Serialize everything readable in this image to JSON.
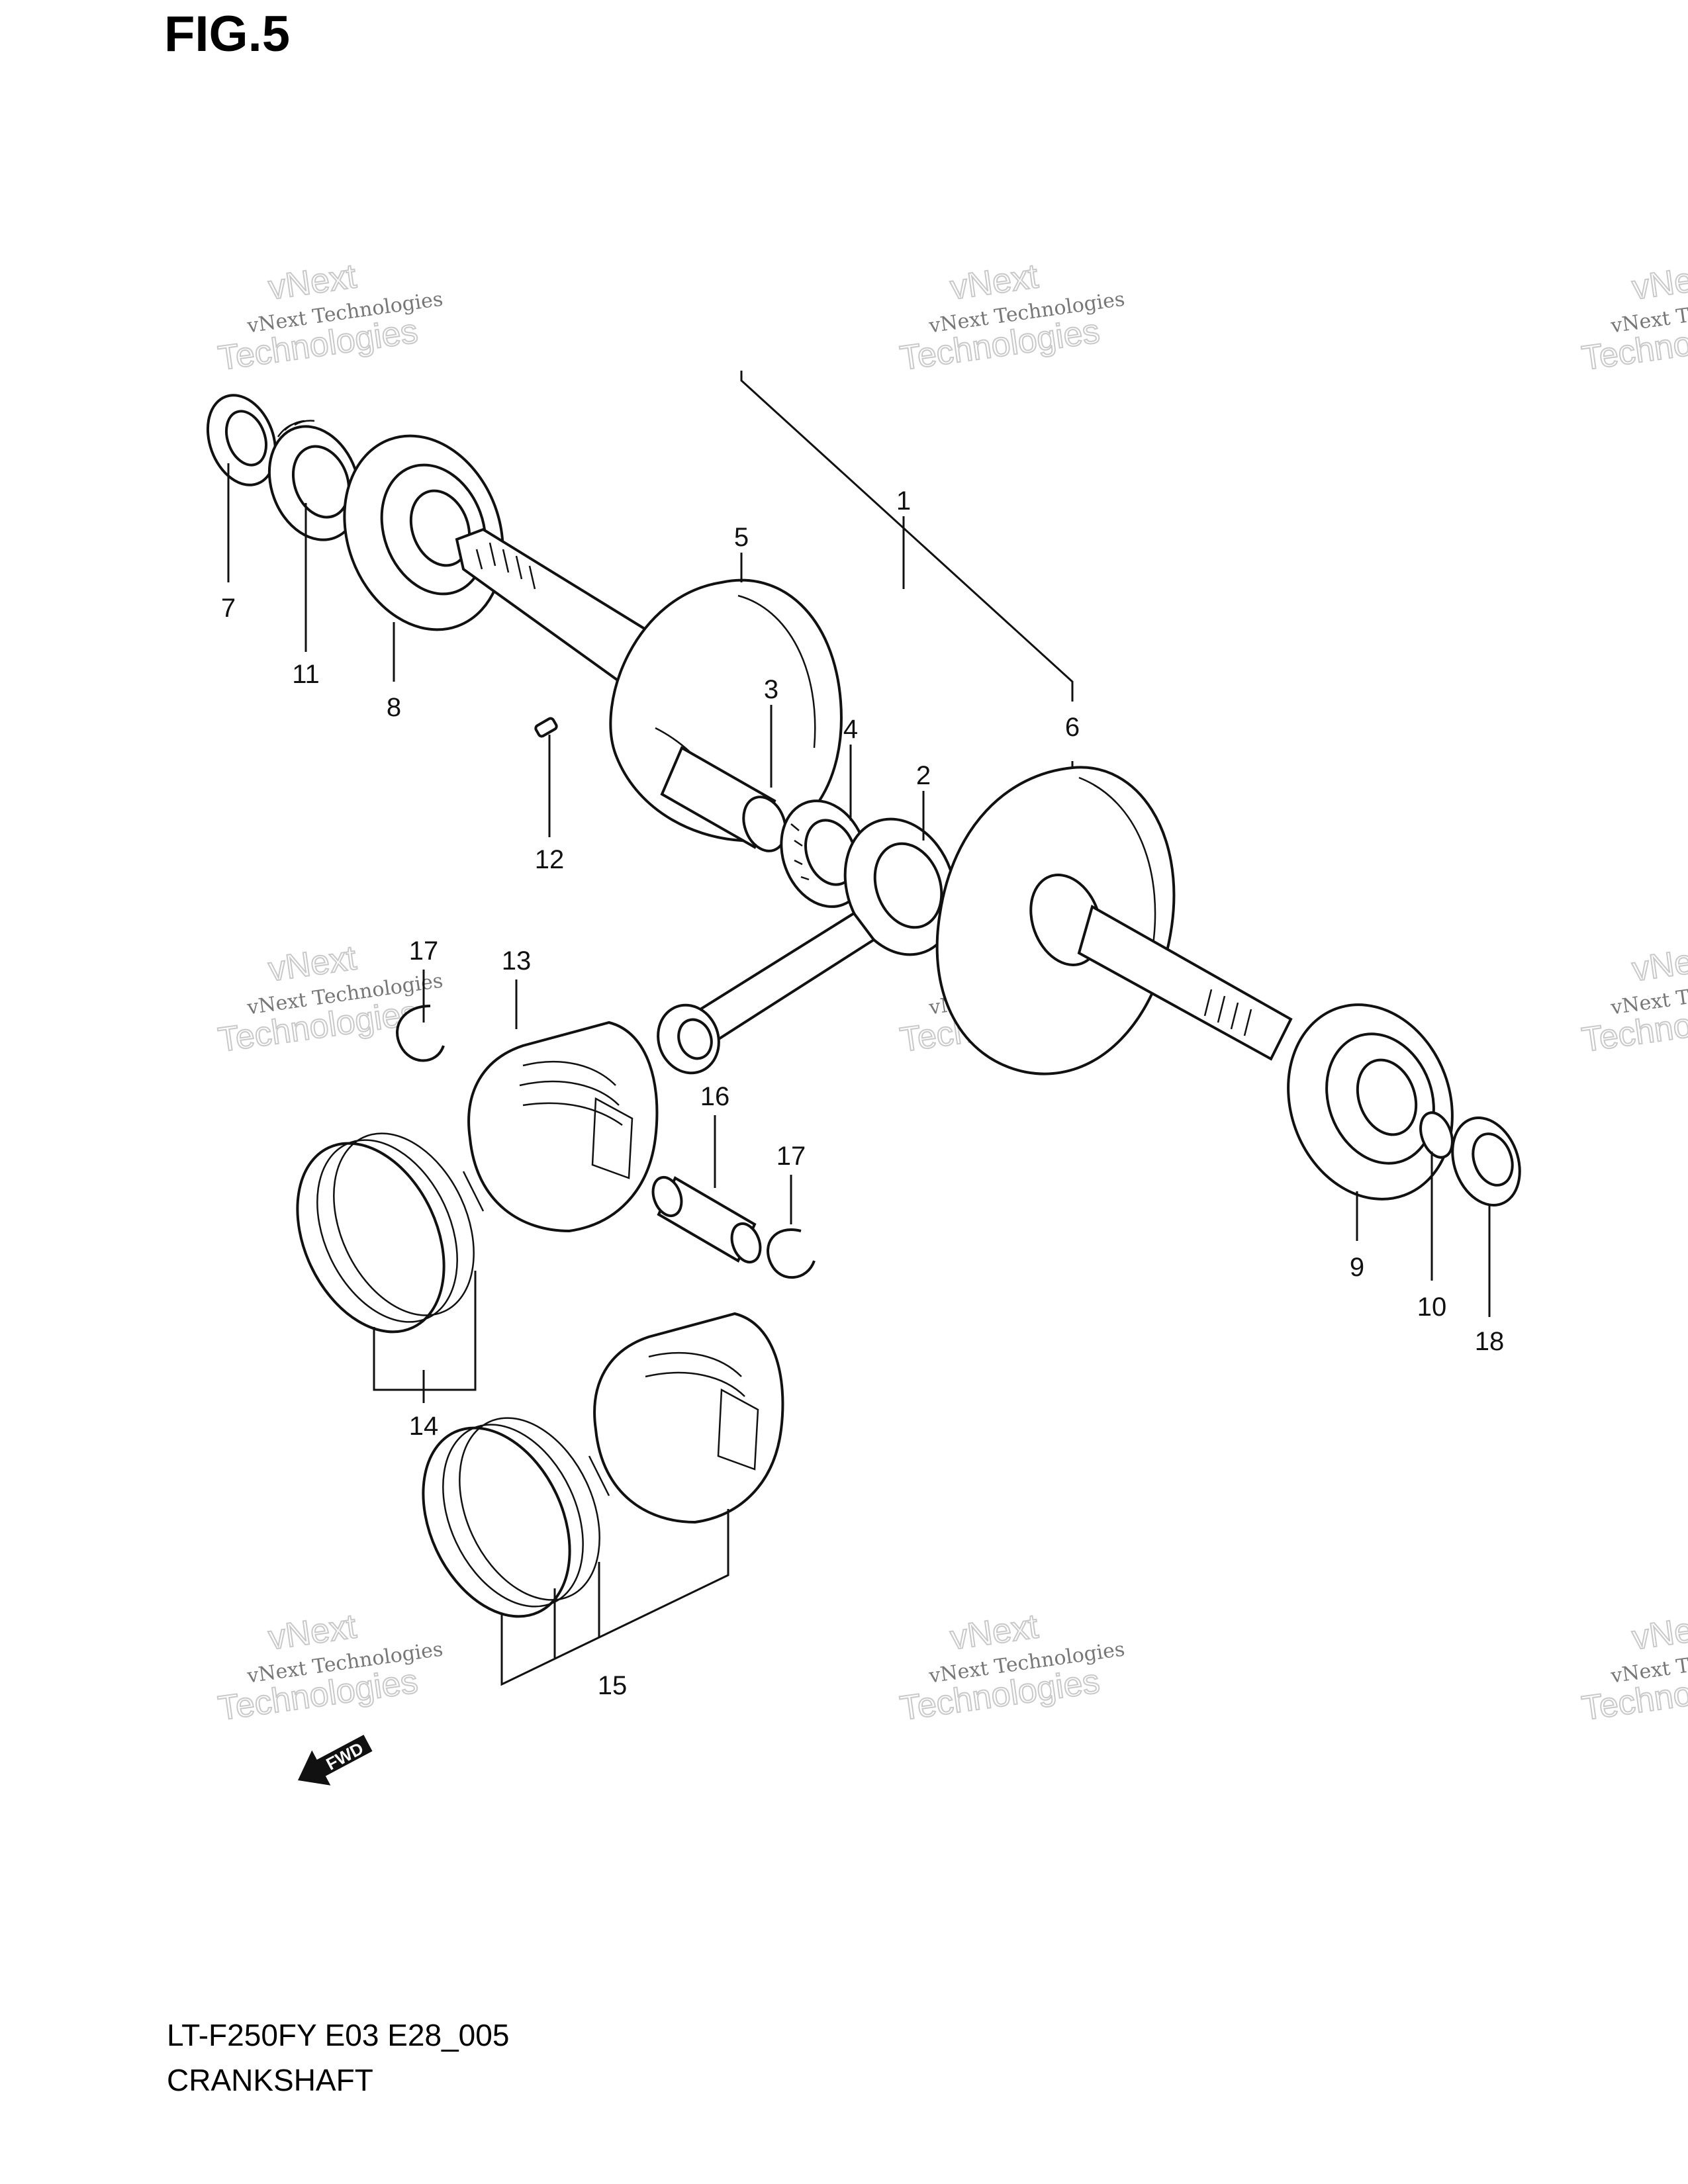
{
  "figure": {
    "title": "FIG.5"
  },
  "footer": {
    "model_code": "LT-F250FY E03 E28_005",
    "section_name": "CRANKSHAFT"
  },
  "watermark": {
    "line1": "vNext Technologies",
    "line2": "vNext",
    "line3": "Technologies"
  },
  "fwd_arrow": {
    "label": "FWD"
  },
  "callouts": [
    {
      "id": "p1",
      "label": "1"
    },
    {
      "id": "p2",
      "label": "2"
    },
    {
      "id": "p3",
      "label": "3"
    },
    {
      "id": "p4",
      "label": "4"
    },
    {
      "id": "p5",
      "label": "5"
    },
    {
      "id": "p6",
      "label": "6"
    },
    {
      "id": "p7",
      "label": "7"
    },
    {
      "id": "p8",
      "label": "8"
    },
    {
      "id": "p9",
      "label": "9"
    },
    {
      "id": "p10",
      "label": "10"
    },
    {
      "id": "p11",
      "label": "11"
    },
    {
      "id": "p12",
      "label": "12"
    },
    {
      "id": "p13",
      "label": "13"
    },
    {
      "id": "p14",
      "label": "14"
    },
    {
      "id": "p15",
      "label": "15"
    },
    {
      "id": "p16",
      "label": "16"
    },
    {
      "id": "p17a",
      "label": "17"
    },
    {
      "id": "p17b",
      "label": "17"
    },
    {
      "id": "p18",
      "label": "18"
    }
  ]
}
